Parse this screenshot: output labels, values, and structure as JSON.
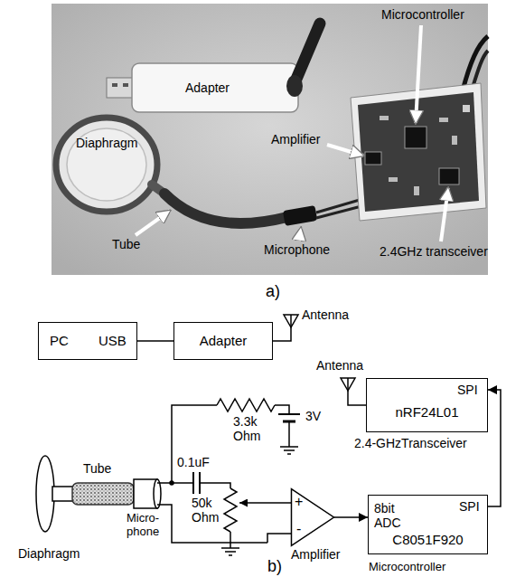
{
  "diagram": {
    "nodes": [
      {
        "text": [
          "PC",
          "USB"
        ]
      },
      {
        "text": [
          "Adapter"
        ]
      },
      {
        "text": [
          "SPI",
          "nRF24L01"
        ]
      },
      {
        "text": [
          "+",
          "-"
        ]
      },
      {
        "text": [
          "8bit ADC",
          "SPI",
          "C8051F920"
        ]
      }
    ],
    "edges": [
      {
        "from": 0,
        "to": 1,
        "arrow": "none"
      },
      {
        "from": 3,
        "to": 4,
        "arrow": "to"
      },
      {
        "from": 4,
        "to": 2,
        "arrow": "to"
      }
    ],
    "labels": [
      "Microcontroller",
      "Adapter",
      "Diaphragm",
      "Amplifier",
      "Microphone",
      "2.4GHz transceiver",
      "Tube",
      "a)",
      "Antenna",
      "Antenna",
      "3.3k Ohm",
      "3V",
      "2.4-GHzTransceiver",
      "0.1uF",
      "50k Ohm",
      "Tube",
      "Micro- phone",
      "Diaphragm",
      "Amplifier",
      "Microcontroller",
      "b)"
    ]
  }
}
